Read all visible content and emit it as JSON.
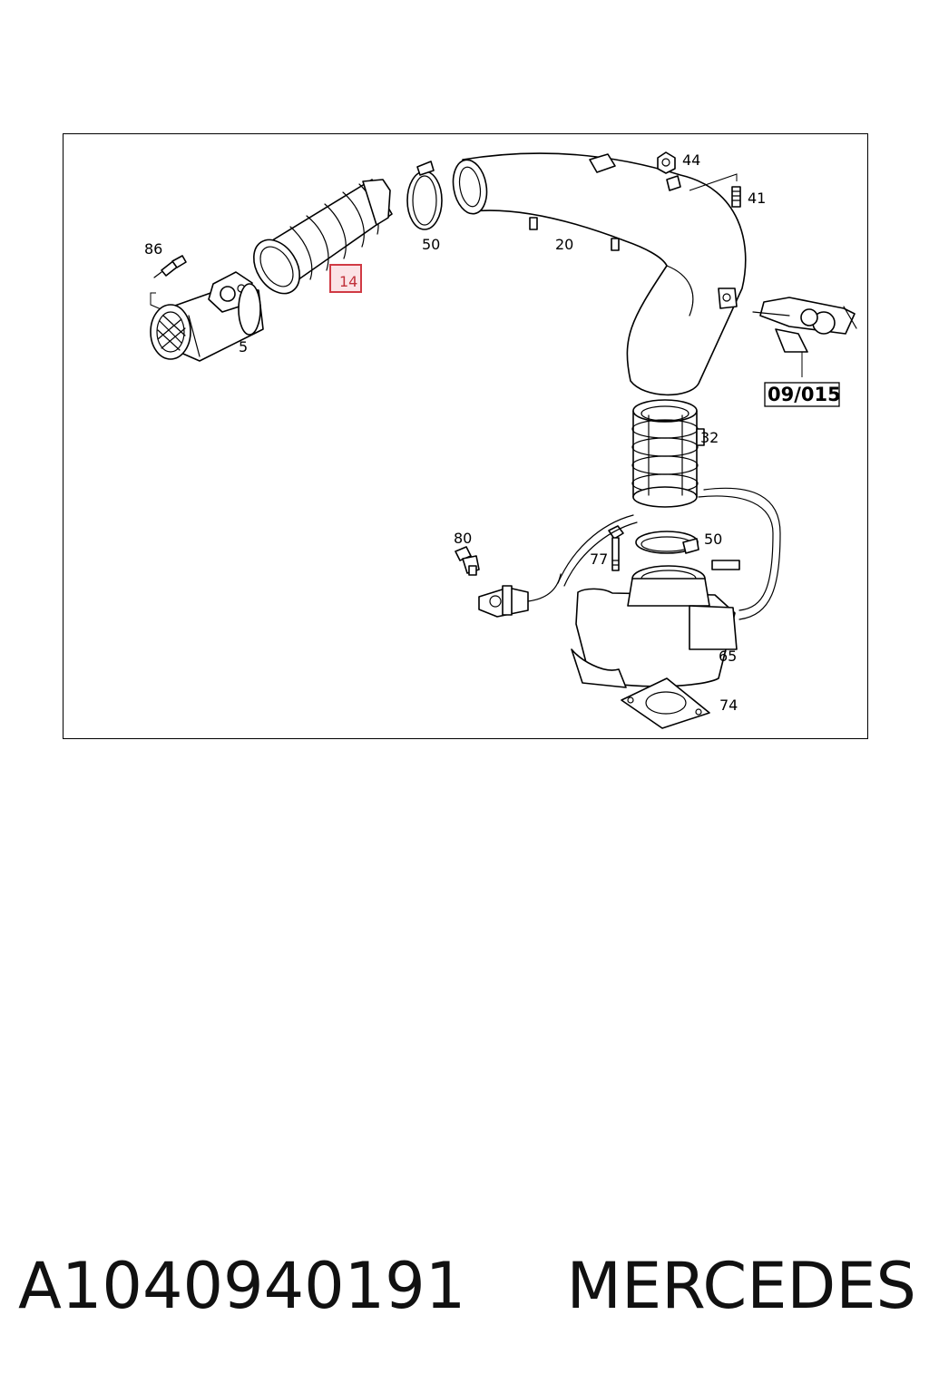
{
  "diagram": {
    "callouts": [
      {
        "id": "86",
        "label": "86"
      },
      {
        "id": "5",
        "label": "5"
      },
      {
        "id": "14",
        "label": "14"
      },
      {
        "id": "50a",
        "label": "50"
      },
      {
        "id": "20",
        "label": "20"
      },
      {
        "id": "44",
        "label": "44"
      },
      {
        "id": "41",
        "label": "41"
      },
      {
        "id": "32",
        "label": "32"
      },
      {
        "id": "50b",
        "label": "50"
      },
      {
        "id": "80",
        "label": "80"
      },
      {
        "id": "77",
        "label": "77"
      },
      {
        "id": "65",
        "label": "65"
      },
      {
        "id": "74",
        "label": "74"
      }
    ],
    "reference_label": "09/015",
    "highlighted_part": "14",
    "highlight_color": "#d03a44",
    "highlight_fill": "#fbe3e6"
  },
  "caption": {
    "part_number": "A1040940191",
    "brand": "MERCEDES"
  }
}
